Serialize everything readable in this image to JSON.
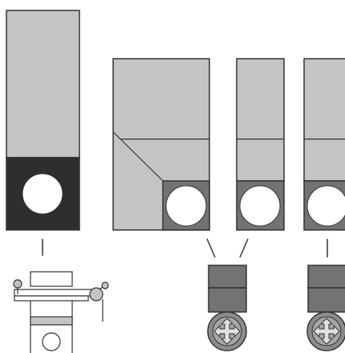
{
  "colors": {
    "background": "#ffffff",
    "outline": "#333333",
    "light_panel": "#c4c4c4",
    "mid_panel": "#737373",
    "dark_panel": "#2e2e2e",
    "hole": "#ffffff",
    "knob_fill": "#8c8c8c",
    "arrow_fill": "#e0e0e0"
  },
  "icons": {
    "part_a": "black-base-panel-with-hole",
    "part_b": "corner-cut-panel-with-hole",
    "part_c": "narrow-panel-with-hole",
    "part_d": "narrow-panel-with-hole-cropped",
    "mechanism_left": "turntable-mechanism-icon",
    "mechanism_mid": "block-and-knob-icon",
    "mechanism_right": "block-and-knob-icon-cropped",
    "knob": "four-way-arrow-knob-icon"
  }
}
